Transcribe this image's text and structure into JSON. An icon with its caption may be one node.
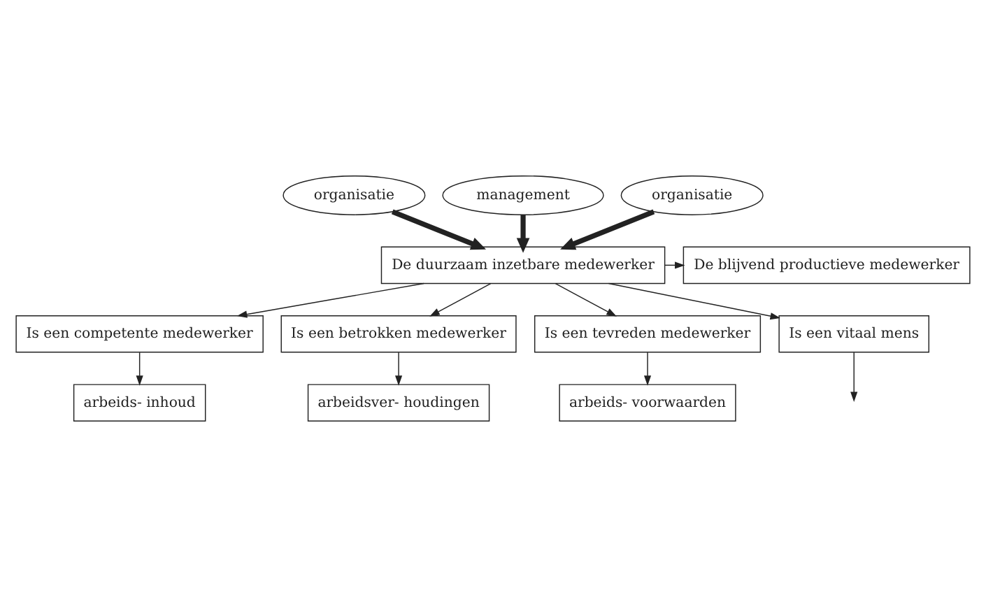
{
  "diagram": {
    "nodes": [
      {
        "text": [
          "organisatie"
        ]
      },
      {
        "text": [
          "management"
        ]
      },
      {
        "text": [
          "organisatie"
        ]
      },
      {
        "text": [
          "De duurzaam inzetbare medewerker"
        ]
      },
      {
        "text": [
          "De blijvend productieve medewerker"
        ]
      },
      {
        "text": [
          "Is een competente medewerker"
        ]
      },
      {
        "text": [
          "Is een betrokken medewerker"
        ]
      },
      {
        "text": [
          "Is een tevreden medewerker"
        ]
      },
      {
        "text": [
          "Is een vitaal mens"
        ]
      },
      {
        "text": [
          "arbeids- inhoud"
        ]
      },
      {
        "text": [
          "arbeidsver- houdingen"
        ]
      },
      {
        "text": [
          "arbeids- voorwaarden"
        ]
      }
    ],
    "edges": [
      {
        "from": 0,
        "to": 3,
        "arrow": "to",
        "style": "thick"
      },
      {
        "from": 1,
        "to": 3,
        "arrow": "to",
        "style": "thick"
      },
      {
        "from": 2,
        "to": 3,
        "arrow": "to",
        "style": "thick"
      },
      {
        "from": 3,
        "to": 4,
        "arrow": "to"
      },
      {
        "from": 3,
        "to": 5,
        "arrow": "to"
      },
      {
        "from": 3,
        "to": 6,
        "arrow": "to"
      },
      {
        "from": 3,
        "to": 7,
        "arrow": "to"
      },
      {
        "from": 3,
        "to": 8,
        "arrow": "to"
      },
      {
        "from": 5,
        "to": 9,
        "arrow": "to"
      },
      {
        "from": 6,
        "to": 10,
        "arrow": "to"
      },
      {
        "from": 7,
        "to": 11,
        "arrow": "to"
      },
      {
        "from": 8,
        "to": null,
        "arrow": "to"
      }
    ]
  }
}
